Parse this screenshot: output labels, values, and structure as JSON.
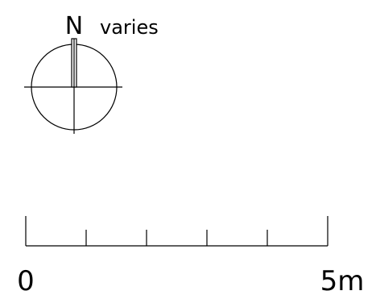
{
  "north_arrow": {
    "letter": "N",
    "note": "varies",
    "icon": "north-arrow-icon"
  },
  "scale_bar": {
    "start_label": "0",
    "end_label": "5m",
    "min": 0,
    "max": 5,
    "unit": "m",
    "divisions": 5
  },
  "colors": {
    "ink": "#000000",
    "background": "#ffffff"
  }
}
